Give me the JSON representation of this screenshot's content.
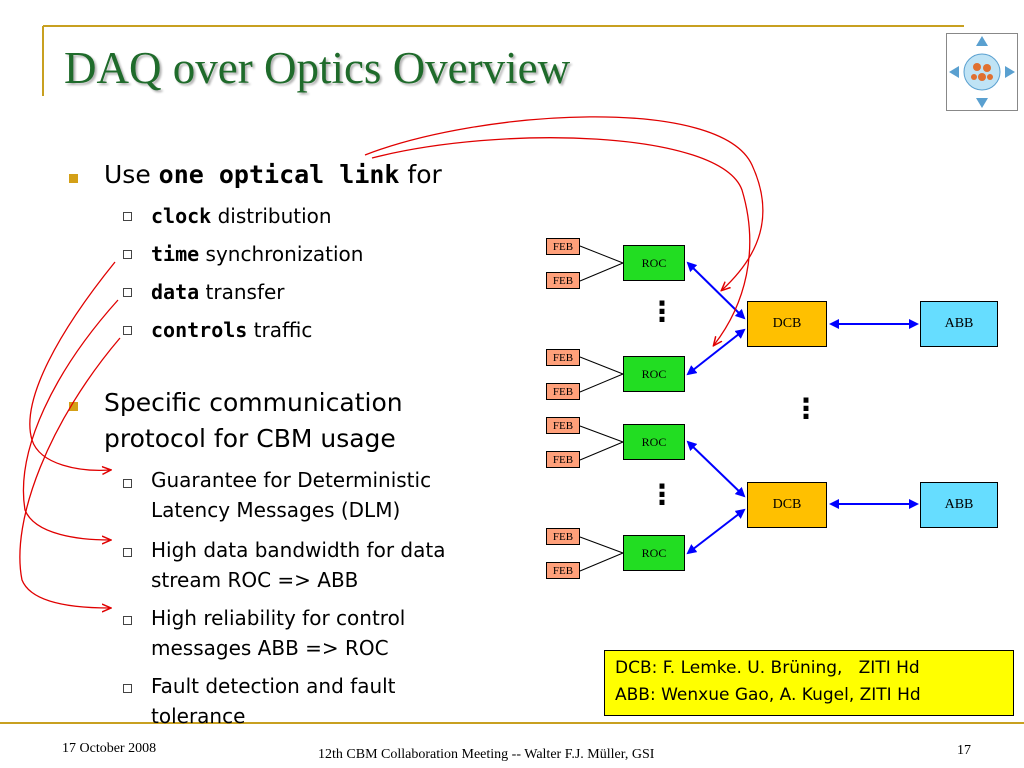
{
  "slide": {
    "title": "DAQ over Optics Overview",
    "bullet1": {
      "prefix": "Use ",
      "emph": "one optical link",
      "suffix": " for",
      "items": [
        {
          "bold": "clock",
          "rest": " distribution"
        },
        {
          "bold": "time",
          "rest": " synchronization"
        },
        {
          "bold": "data",
          "rest": " transfer"
        },
        {
          "bold": "controls",
          "rest": " traffic"
        }
      ]
    },
    "bullet2": {
      "line1": "Specific communication",
      "line2": "protocol for CBM usage",
      "items": [
        {
          "line1": "Guarantee for Deterministic",
          "line2": "Latency Messages (DLM)"
        },
        {
          "line1": "High data bandwidth for data",
          "line2": "stream ROC => ABB"
        },
        {
          "line1": "High reliability for control",
          "line2": "messages ABB => ROC"
        },
        {
          "line1": "Fault detection and fault",
          "line2": "tolerance"
        }
      ]
    },
    "diagram": {
      "feb": "FEB",
      "roc": "ROC",
      "dcb": "DCB",
      "abb": "ABB",
      "dots": "⋮"
    },
    "credits": {
      "line1": "DCB: F. Lemke. U. Brüning,   ZITI Hd",
      "line2": "ABB: Wenxue Gao, A. Kugel, ZITI Hd"
    },
    "footer": {
      "date": "17 October 2008",
      "center": "12th CBM Collaboration Meeting -- Walter F.J. Müller, GSI",
      "page": "17"
    },
    "colors": {
      "title": "#1f6b2b",
      "accent_line": "#c8a020",
      "link_arrows": "#0000ff",
      "annotation_arrows": "#e00000",
      "feb": "#ffa07a",
      "roc": "#22dd22",
      "dcb": "#ffc000",
      "abb": "#66ddff",
      "credits_bg": "#ffff00"
    },
    "icons": [
      "logo-icon"
    ]
  }
}
